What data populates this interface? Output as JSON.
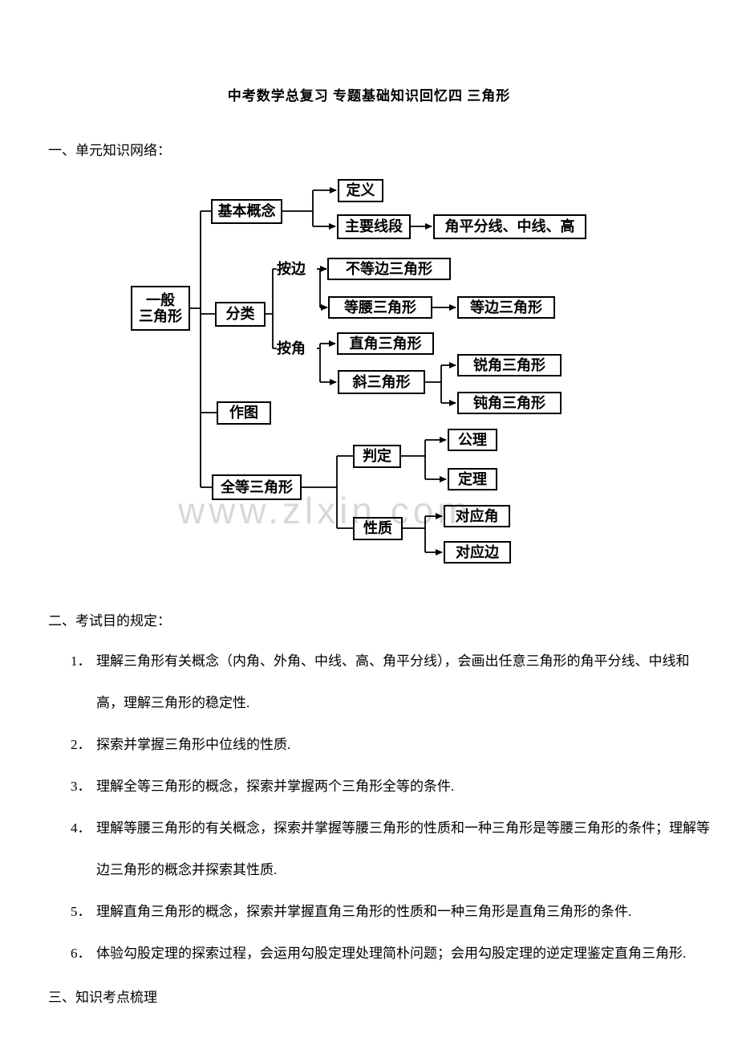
{
  "doc": {
    "title": "中考数学总复习 专题基础知识回忆四 三角形"
  },
  "network_section": {
    "heading": "一、单元知识网络："
  },
  "diagram": {
    "watermark": "www.zlxin.com",
    "nodes": {
      "general_line1": "一般",
      "general_line2": "三角形",
      "basic_concepts": "基本概念",
      "definition": "定义",
      "main_segments": "主要线段",
      "main_segments_detail": "角平分线、中线、高",
      "by_side": "按边",
      "scalene": "不等边三角形",
      "isosceles": "等腰三角形",
      "equilateral": "等边三角形",
      "classification": "分类",
      "by_angle": "按角",
      "right_triangle": "直角三角形",
      "oblique_triangle": "斜三角形",
      "acute_triangle": "锐角三角形",
      "obtuse_triangle": "钝角三角形",
      "construction": "作图",
      "congruent_triangles": "全等三角形",
      "judgement": "判定",
      "axiom": "公理",
      "theorem": "定理",
      "properties": "性质",
      "corresponding_angles": "对应角",
      "corresponding_sides": "对应边"
    }
  },
  "exam_section": {
    "heading": "二、考试目的规定：",
    "items": [
      {
        "num": "1．",
        "text": "理解三角形有关概念（内角、外角、中线、高、角平分线），会画出任意三角形的角平分线、中线和高，理解三角形的稳定性."
      },
      {
        "num": "2．",
        "text": "探索并掌握三角形中位线的性质."
      },
      {
        "num": "3．",
        "text": "理解全等三角形的概念，探索并掌握两个三角形全等的条件."
      },
      {
        "num": "4．",
        "text": "理解等腰三角形的有关概念，探索并掌握等腰三角形的性质和一种三角形是等腰三角形的条件；理解等边三角形的概念并探索其性质."
      },
      {
        "num": "5．",
        "text": "理解直角三角形的概念，探索并掌握直角三角形的性质和一种三角形是直角三角形的条件."
      },
      {
        "num": "6．",
        "text": "体验勾股定理的探索过程，会运用勾股定理处理简朴问题；会用勾股定理的逆定理鉴定直角三角形."
      }
    ]
  },
  "knowledge_section": {
    "heading": "三、知识考点梳理"
  }
}
